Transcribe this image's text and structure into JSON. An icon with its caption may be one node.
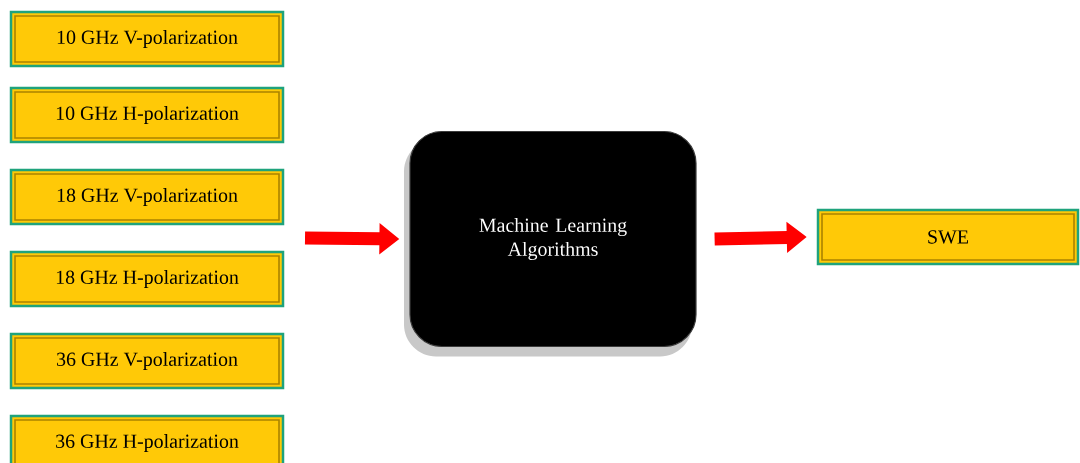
{
  "diagram": {
    "nodes": [
      {
        "text": [
          "10 GHz V-polarization"
        ]
      },
      {
        "text": [
          "10 GHz H-polarization"
        ]
      },
      {
        "text": [
          "18 GHz V-polarization"
        ]
      },
      {
        "text": [
          "18 GHz H-polarization"
        ]
      },
      {
        "text": [
          "36 GHz V-polarization"
        ]
      },
      {
        "text": [
          "36 GHz H-polarization"
        ]
      },
      {
        "text": [
          "Machine Learning Algorithms"
        ]
      },
      {
        "text": [
          "SWE"
        ]
      }
    ],
    "edges": [
      {
        "from": null,
        "to": 6,
        "arrow": "to"
      },
      {
        "from": 6,
        "to": 7,
        "arrow": "to"
      }
    ]
  }
}
